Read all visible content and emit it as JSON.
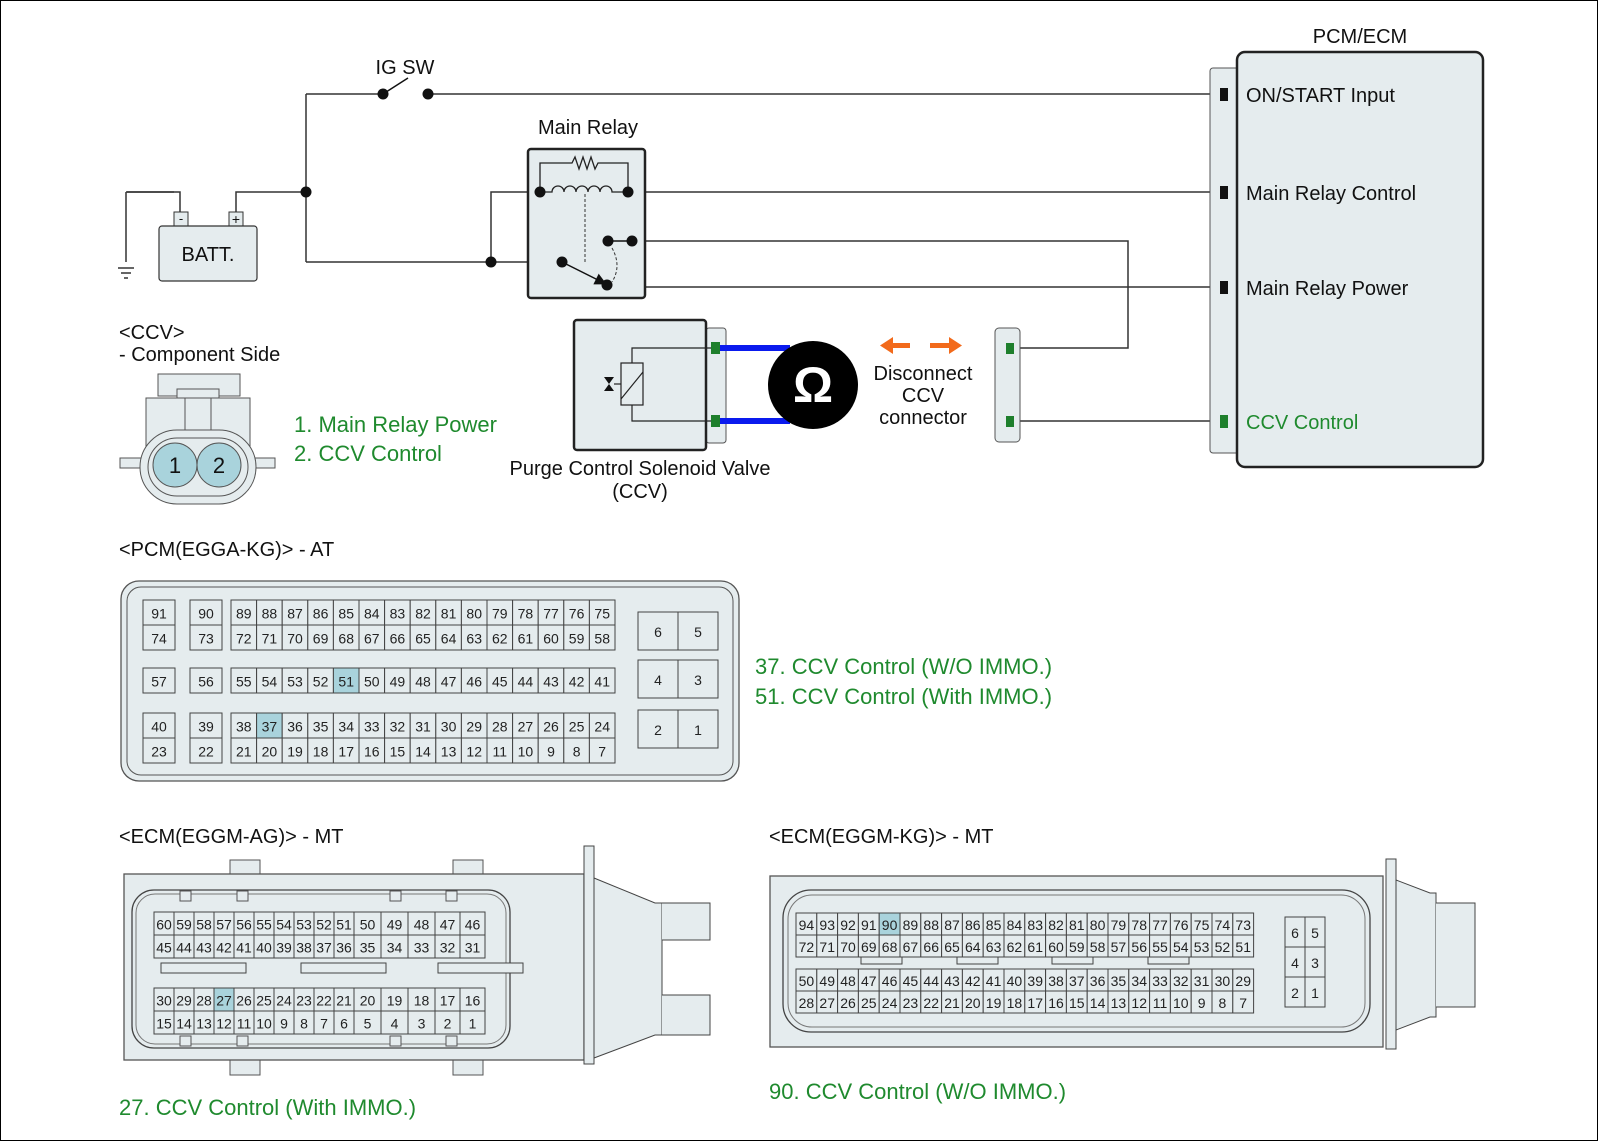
{
  "colors": {
    "wire": "#333333",
    "component_fill": "#e5ecee",
    "highlight_pin": "#a9d3dc",
    "green_text": "#1f8a2e",
    "green_pin": "#1e7f2c",
    "meter_lead": "#0a1aee",
    "disconnect_arrow": "#f26a1b"
  },
  "schematic": {
    "ig_switch_label": "IG SW",
    "battery_label": "BATT.",
    "battery_neg": "-",
    "battery_pos": "+",
    "main_relay_label": "Main Relay",
    "ohmmeter_symbol": "Ω",
    "disconnect_label": [
      "Disconnect",
      "CCV",
      "connector"
    ],
    "ccv_component_label": [
      "Purge Control Solenoid Valve",
      "(CCV)"
    ],
    "pcm": {
      "title": "PCM/ECM",
      "terminals": [
        {
          "label": "ON/START Input",
          "highlight": false
        },
        {
          "label": "Main Relay Control",
          "highlight": false
        },
        {
          "label": "Main Relay Power",
          "highlight": false
        },
        {
          "label": "CCV Control",
          "highlight": true
        }
      ]
    }
  },
  "ccv_connector": {
    "title": "<CCV>",
    "subtitle": "- Component Side",
    "pins": [
      "1",
      "2"
    ],
    "legend": [
      "1. Main Relay Power",
      "2. CCV Control"
    ]
  },
  "pcm_egga_kg": {
    "title": "<PCM(EGGA-KG)> - AT",
    "rows": [
      {
        "singles": [
          "91",
          "90"
        ],
        "main": [
          "89",
          "88",
          "87",
          "86",
          "85",
          "84",
          "83",
          "82",
          "81",
          "80",
          "79",
          "78",
          "77",
          "76",
          "75"
        ]
      },
      {
        "singles": [
          "74",
          "73"
        ],
        "main": [
          "72",
          "71",
          "70",
          "69",
          "68",
          "67",
          "66",
          "65",
          "64",
          "63",
          "62",
          "61",
          "60",
          "59",
          "58"
        ]
      },
      {
        "singles": [
          "57",
          "56"
        ],
        "main": [
          "55",
          "54",
          "53",
          "52",
          "51",
          "50",
          "49",
          "48",
          "47",
          "46",
          "45",
          "44",
          "43",
          "42",
          "41"
        ]
      },
      {
        "singles": [
          "40",
          "39"
        ],
        "main": [
          "38",
          "37",
          "36",
          "35",
          "34",
          "33",
          "32",
          "31",
          "30",
          "29",
          "28",
          "27",
          "26",
          "25",
          "24"
        ]
      },
      {
        "singles": [
          "23",
          "22"
        ],
        "main": [
          "21",
          "20",
          "19",
          "18",
          "17",
          "16",
          "15",
          "14",
          "13",
          "12",
          "11",
          "10",
          "9",
          "8",
          "7"
        ]
      }
    ],
    "power_pins": [
      [
        "6",
        "5"
      ],
      [
        "4",
        "3"
      ],
      [
        "2",
        "1"
      ]
    ],
    "highlighted": [
      "51",
      "37"
    ],
    "legend": [
      "37. CCV Control (W/O IMMO.)",
      "51. CCV Control (With IMMO.)"
    ]
  },
  "ecm_eggm_ag": {
    "title": "<ECM(EGGM-AG)> - MT",
    "rows": [
      [
        "60",
        "59",
        "58",
        "57",
        "56",
        "55",
        "54",
        "53",
        "52",
        "51",
        "50",
        "49",
        "48",
        "47",
        "46"
      ],
      [
        "45",
        "44",
        "43",
        "42",
        "41",
        "40",
        "39",
        "38",
        "37",
        "36",
        "35",
        "34",
        "33",
        "32",
        "31"
      ],
      [
        "30",
        "29",
        "28",
        "27",
        "26",
        "25",
        "24",
        "23",
        "22",
        "21",
        "20",
        "19",
        "18",
        "17",
        "16"
      ],
      [
        "15",
        "14",
        "13",
        "12",
        "11",
        "10",
        "9",
        "8",
        "7",
        "6",
        "5",
        "4",
        "3",
        "2",
        "1"
      ]
    ],
    "highlighted": [
      "27"
    ],
    "legend": "27. CCV Control (With IMMO.)"
  },
  "ecm_eggm_kg": {
    "title": "<ECM(EGGM-KG)> - MT",
    "rows": [
      [
        "94",
        "93",
        "92",
        "91",
        "90",
        "89",
        "88",
        "87",
        "86",
        "85",
        "84",
        "83",
        "82",
        "81",
        "80",
        "79",
        "78",
        "77",
        "76",
        "75",
        "74",
        "73"
      ],
      [
        "72",
        "71",
        "70",
        "69",
        "68",
        "67",
        "66",
        "65",
        "64",
        "63",
        "62",
        "61",
        "60",
        "59",
        "58",
        "57",
        "56",
        "55",
        "54",
        "53",
        "52",
        "51"
      ],
      [
        "50",
        "49",
        "48",
        "47",
        "46",
        "45",
        "44",
        "43",
        "42",
        "41",
        "40",
        "39",
        "38",
        "37",
        "36",
        "35",
        "34",
        "33",
        "32",
        "31",
        "30",
        "29"
      ],
      [
        "28",
        "27",
        "26",
        "25",
        "24",
        "23",
        "22",
        "21",
        "20",
        "19",
        "18",
        "17",
        "16",
        "15",
        "14",
        "13",
        "12",
        "11",
        "10",
        "9",
        "8",
        "7"
      ]
    ],
    "power_pins": [
      [
        "6",
        "5"
      ],
      [
        "4",
        "3"
      ],
      [
        "2",
        "1"
      ]
    ],
    "highlighted": [
      "90"
    ],
    "legend": "90. CCV Control (W/O IMMO.)"
  }
}
